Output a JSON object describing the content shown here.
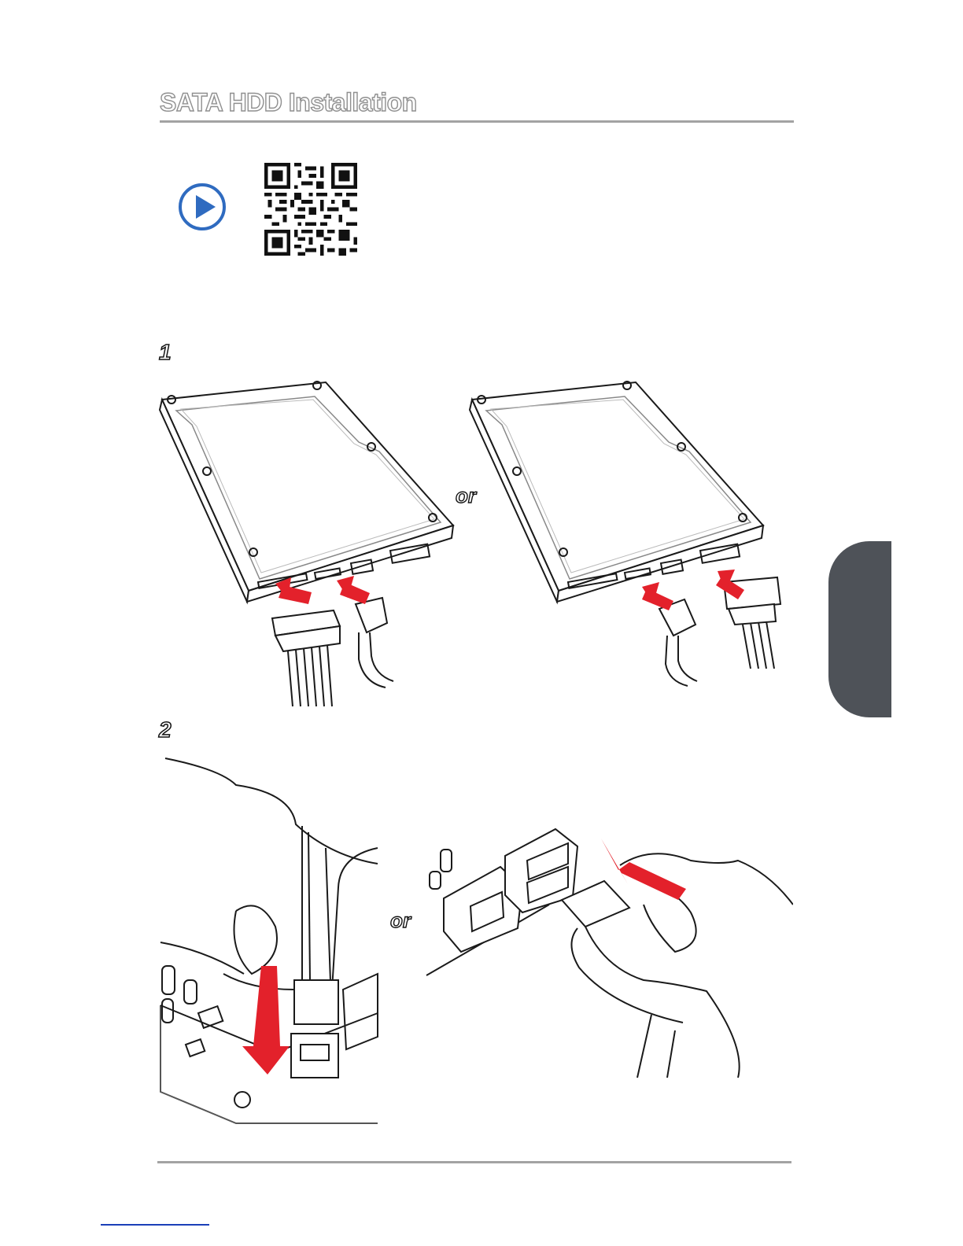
{
  "page": {
    "title": "SATA HDD Installation"
  },
  "icons": {
    "play": "play-circle-icon",
    "qr": "qr-code"
  },
  "steps": [
    {
      "number": "1",
      "alt_label": "or"
    },
    {
      "number": "2",
      "alt_label": "or"
    }
  ],
  "colors": {
    "title_outline": "#8f8f8f",
    "rule": "#a3a3a3",
    "arrow_red": "#e3212b",
    "play_blue": "#2f6bc0",
    "side_tab": "#4e5258"
  }
}
